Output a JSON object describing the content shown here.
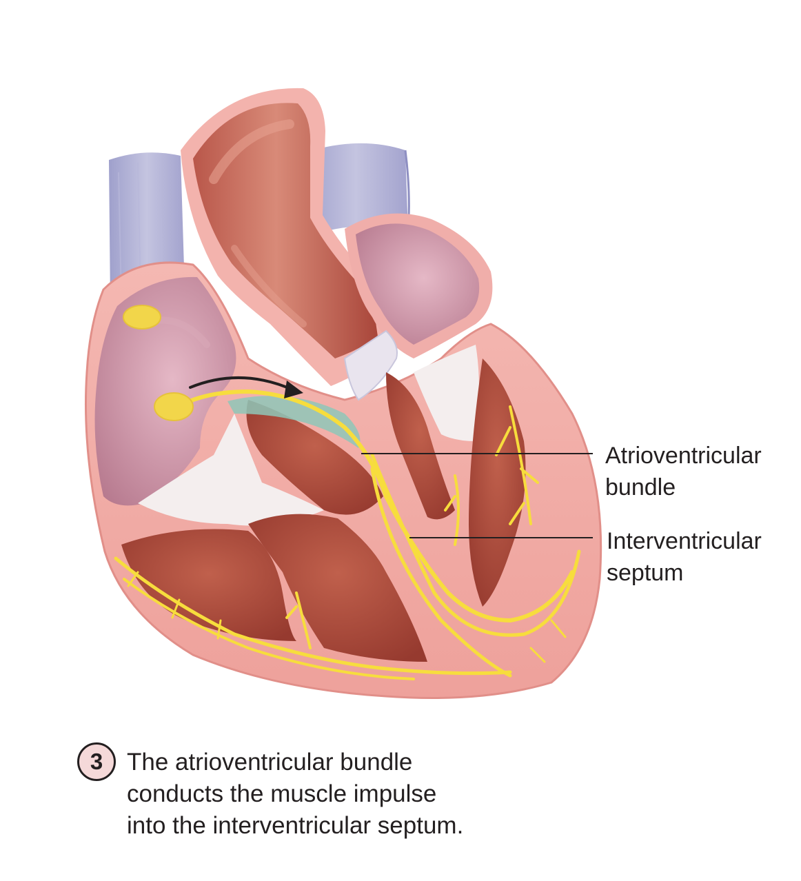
{
  "labels": {
    "av_bundle": [
      "Atrioventricular",
      "bundle"
    ],
    "iv_septum": [
      "Interventricular",
      "septum"
    ]
  },
  "step": {
    "number": "3",
    "caption_lines": [
      "The atrioventricular bundle",
      "conducts the muscle impulse",
      "into the interventricular septum."
    ]
  },
  "colors": {
    "background": "#ffffff",
    "myocardium": "#f0a8a5",
    "myocardium_edge": "#e89590",
    "muscle": "#a8483a",
    "vessel_blue": "#a7a6cf",
    "atrium_interior": "#c98b9f",
    "valve_white": "#f4eeee",
    "conduction_yellow": "#f7dd3d",
    "node_yellow": "#f2d64a",
    "septum_teal": "#8fc7b8",
    "arrow_black": "#231f20",
    "badge_fill": "#f5d9d9"
  }
}
